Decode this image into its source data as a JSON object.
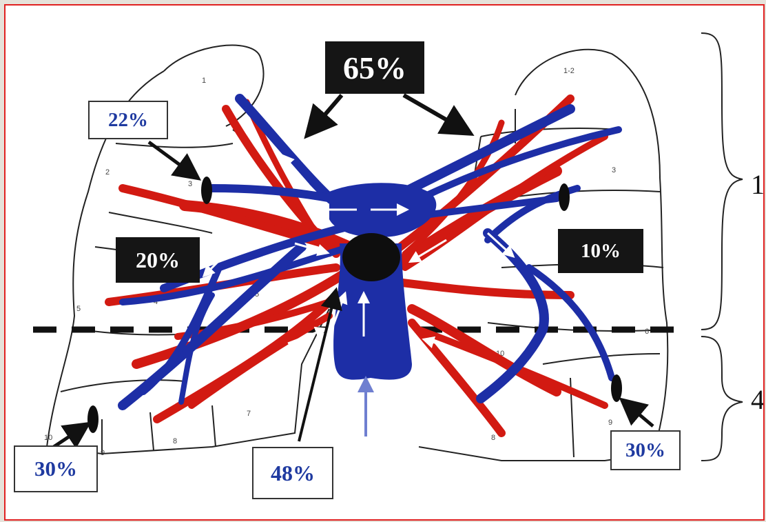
{
  "labels": {
    "top_center": "65%",
    "top_left": "22%",
    "mid_left": "20%",
    "mid_right": "10%",
    "bottom_left": "30%",
    "bottom_center": "48%",
    "bottom_right": "30%"
  },
  "side_labels": {
    "upper": "1",
    "lower": "4"
  },
  "segment_numbers": [
    "1",
    "1-2",
    "2",
    "3",
    "3",
    "4",
    "5",
    "5",
    "6",
    "7",
    "8",
    "8",
    "9",
    "9",
    "10",
    "10"
  ],
  "colors": {
    "arteries": "#d21a12",
    "veins": "#1d2ea6",
    "label_dark": "#151515",
    "label_text_light": "#1f3aa0",
    "frame_border": "#e02020"
  }
}
